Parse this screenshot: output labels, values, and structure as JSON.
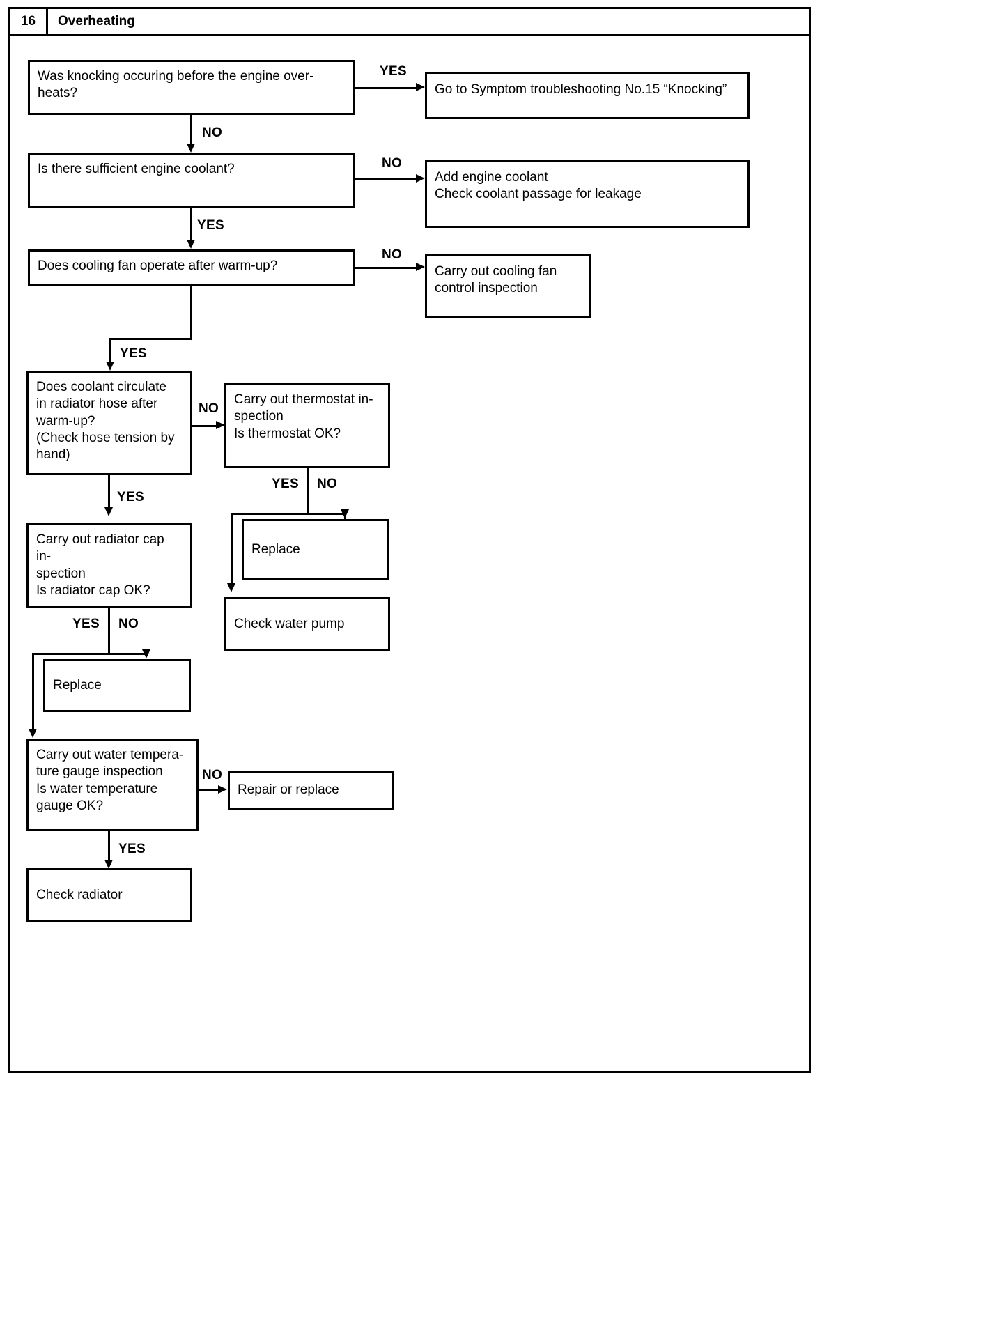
{
  "page": {
    "number": "16",
    "title": "Overheating"
  },
  "chart_data": {
    "type": "diagram",
    "diagram_type": "troubleshooting-flowchart",
    "title": "Overheating",
    "nodes": [
      {
        "id": "q-knocking",
        "text": "Was knocking occuring before the engine over-\nheats?"
      },
      {
        "id": "a-knocking",
        "text": "Go to Symptom troubleshooting No.15 “Knocking”"
      },
      {
        "id": "q-coolant",
        "text": "Is there sufficient engine coolant?"
      },
      {
        "id": "a-coolant",
        "text": "Add engine coolant\nCheck coolant passage for leakage"
      },
      {
        "id": "q-fan",
        "text": "Does cooling fan operate after warm-up?"
      },
      {
        "id": "a-fan",
        "text": "Carry  out  cooling  fan\ncontrol inspection"
      },
      {
        "id": "q-circulate",
        "text": "Does coolant circulate\nin radiator hose after\nwarm-up?\n(Check hose tension by\nhand)"
      },
      {
        "id": "q-thermostat",
        "text": "Carry out thermostat in-\nspection\nIs thermostat OK?"
      },
      {
        "id": "a-replace-therm",
        "text": "Replace"
      },
      {
        "id": "a-water-pump",
        "text": "Check water pump"
      },
      {
        "id": "q-radcap",
        "text": "Carry out radiator cap in-\nspection\nIs radiator cap OK?"
      },
      {
        "id": "a-replace-cap",
        "text": "Replace"
      },
      {
        "id": "q-wtgauge",
        "text": "Carry out water tempera-\nture gauge inspection\nIs water temperature\ngauge OK?"
      },
      {
        "id": "a-repair",
        "text": "Repair or replace"
      },
      {
        "id": "a-radiator",
        "text": "Check radiator"
      }
    ],
    "edges": [
      {
        "from": "q-knocking",
        "to": "a-knocking",
        "label": "YES"
      },
      {
        "from": "q-knocking",
        "to": "q-coolant",
        "label": "NO"
      },
      {
        "from": "q-coolant",
        "to": "a-coolant",
        "label": "NO"
      },
      {
        "from": "q-coolant",
        "to": "q-fan",
        "label": "YES"
      },
      {
        "from": "q-fan",
        "to": "a-fan",
        "label": "NO"
      },
      {
        "from": "q-fan",
        "to": "q-circulate",
        "label": "YES"
      },
      {
        "from": "q-circulate",
        "to": "q-thermostat",
        "label": "NO"
      },
      {
        "from": "q-circulate",
        "to": "q-radcap",
        "label": "YES"
      },
      {
        "from": "q-thermostat",
        "to": "a-water-pump",
        "label": "YES"
      },
      {
        "from": "q-thermostat",
        "to": "a-replace-therm",
        "label": "NO"
      },
      {
        "from": "q-radcap",
        "to": "q-wtgauge",
        "label": "YES"
      },
      {
        "from": "q-radcap",
        "to": "a-replace-cap",
        "label": "NO"
      },
      {
        "from": "q-wtgauge",
        "to": "a-repair",
        "label": "NO"
      },
      {
        "from": "q-wtgauge",
        "to": "a-radiator",
        "label": "YES"
      }
    ],
    "edge_labels": {
      "knocking_yes": "YES",
      "knocking_no": "NO",
      "coolant_no": "NO",
      "coolant_yes": "YES",
      "fan_no": "NO",
      "fan_yes": "YES",
      "circulate_no": "NO",
      "circulate_yes": "YES",
      "thermostat_yes": "YES",
      "thermostat_no": "NO",
      "radcap_yes": "YES",
      "radcap_no": "NO",
      "wtgauge_no": "NO",
      "wtgauge_yes": "YES"
    }
  }
}
